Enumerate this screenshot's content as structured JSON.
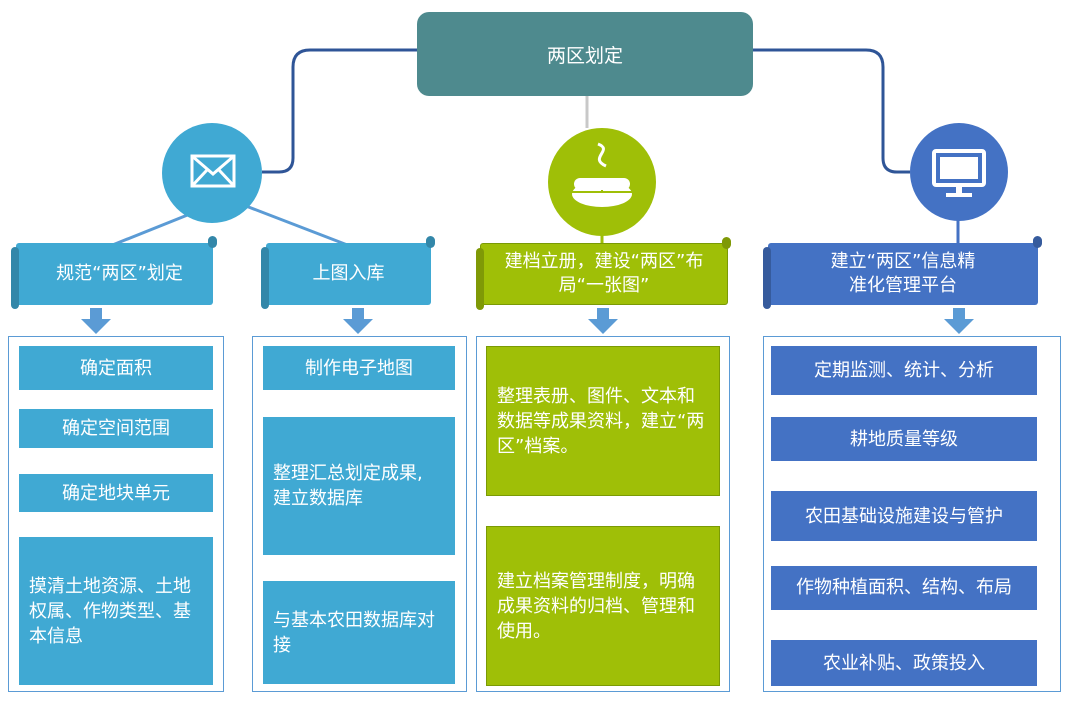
{
  "root": {
    "label": "两区划定"
  },
  "icons": [
    "envelope-icon",
    "mouse-icon",
    "monitor-icon"
  ],
  "colors": {
    "root": "#4e8a8e",
    "blue": "#40a9d3",
    "green": "#9fbf07",
    "navy": "#4472c4",
    "connector": "#2f5597"
  },
  "branches": [
    {
      "title": "规范“两区”划定",
      "items": [
        "确定面积",
        "确定空间范围",
        "确定地块单元",
        "摸清土地资源、土地权属、作物类型、基本信息"
      ]
    },
    {
      "title": "上图入库",
      "items": [
        "制作电子地图",
        "整理汇总划定成果, 建立数据库",
        "与基本农田数据库对接"
      ]
    },
    {
      "title": "建档立册，建设“两区”布局“一张图”",
      "items": [
        "整理表册、图件、文本和数据等成果资料，建立“两区”档案。",
        "建立档案管理制度，明确成果资料的归档、管理和使用。"
      ]
    },
    {
      "title": "建立“两区”信息精准化管理平台",
      "items": [
        "定期监测、统计、分析",
        "耕地质量等级",
        "农田基础设施建设与管护",
        "作物种植面积、结构、布局",
        "农业补贴、政策投入"
      ]
    }
  ]
}
